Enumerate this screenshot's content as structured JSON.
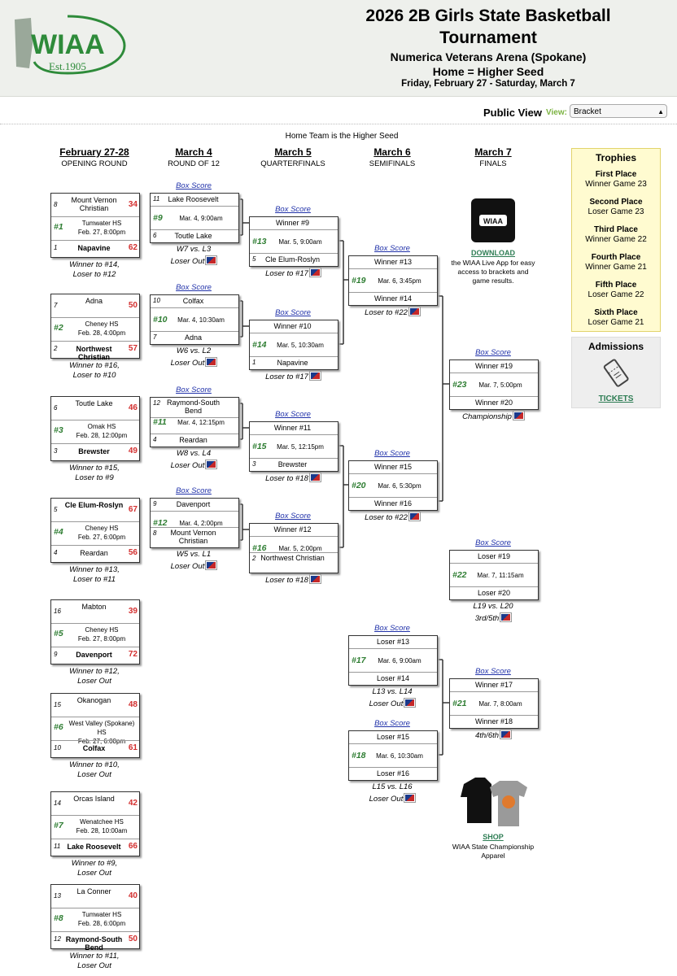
{
  "header": {
    "logo_text": "WIAA",
    "logo_est": "Est.1905",
    "title_line1": "2026 2B Girls State Basketball",
    "title_line2": "Tournament",
    "venue": "Numerica Veterans Arena (Spokane)",
    "seed_note": "Home = Higher Seed",
    "dates": "Friday, February 27 - Saturday, March 7"
  },
  "view": {
    "public_view": "Public View",
    "view_label": "View:",
    "selected": "Bracket"
  },
  "bracket_note": "Home Team is the Higher Seed",
  "rounds": [
    {
      "date": "February 27-28",
      "name": "OPENING ROUND"
    },
    {
      "date": "March 4",
      "name": "ROUND OF 12"
    },
    {
      "date": "March 5",
      "name": "QUARTERFINALS"
    },
    {
      "date": "March 6",
      "name": "SEMIFINALS"
    },
    {
      "date": "March 7",
      "name": "FINALS"
    }
  ],
  "box_score": "Box Score",
  "opening": [
    {
      "num": "#1",
      "top": {
        "seed": "8",
        "name": "Mount Vernon Christian",
        "score": "34"
      },
      "site": "Tumwater HS",
      "time": "Feb. 27, 8:00pm",
      "bot": {
        "seed": "1",
        "name": "Napavine",
        "score": "62",
        "bold": true
      },
      "note1": "Winner to #14,",
      "note2": "Loser to #12"
    },
    {
      "num": "#2",
      "top": {
        "seed": "7",
        "name": "Adna",
        "score": "50"
      },
      "site": "Cheney HS",
      "time": "Feb. 28, 4:00pm",
      "bot": {
        "seed": "2",
        "name": "Northwest Christian",
        "score": "57",
        "bold": true
      },
      "note1": "Winner to #16,",
      "note2": "Loser to #10"
    },
    {
      "num": "#3",
      "top": {
        "seed": "6",
        "name": "Toutle Lake",
        "score": "46"
      },
      "site": "Omak HS",
      "time": "Feb. 28, 12:00pm",
      "bot": {
        "seed": "3",
        "name": "Brewster",
        "score": "49",
        "bold": true
      },
      "note1": "Winner to #15,",
      "note2": "Loser to #9"
    },
    {
      "num": "#4",
      "top": {
        "seed": "5",
        "name": "Cle Elum-Roslyn",
        "score": "67",
        "bold": true
      },
      "site": "Cheney HS",
      "time": "Feb. 27, 6:00pm",
      "bot": {
        "seed": "4",
        "name": "Reardan",
        "score": "56"
      },
      "note1": "Winner to #13,",
      "note2": "Loser to #11"
    },
    {
      "num": "#5",
      "top": {
        "seed": "16",
        "name": "Mabton",
        "score": "39"
      },
      "site": "Cheney HS",
      "time": "Feb. 27, 8:00pm",
      "bot": {
        "seed": "9",
        "name": "Davenport",
        "score": "72",
        "bold": true
      },
      "note1": "Winner to #12,",
      "note2": "Loser Out"
    },
    {
      "num": "#6",
      "top": {
        "seed": "15",
        "name": "Okanogan",
        "score": "48"
      },
      "site": "West Valley (Spokane) HS",
      "time": "Feb. 27, 6:00pm",
      "bot": {
        "seed": "10",
        "name": "Colfax",
        "score": "61",
        "bold": true
      },
      "note1": "Winner to #10,",
      "note2": "Loser Out"
    },
    {
      "num": "#7",
      "top": {
        "seed": "14",
        "name": "Orcas Island",
        "score": "42"
      },
      "site": "Wenatchee HS",
      "time": "Feb. 28, 10:00am",
      "bot": {
        "seed": "11",
        "name": "Lake Roosevelt",
        "score": "66",
        "bold": true
      },
      "note1": "Winner to #9,",
      "note2": "Loser Out"
    },
    {
      "num": "#8",
      "top": {
        "seed": "13",
        "name": "La Conner",
        "score": "40"
      },
      "site": "Tumwater HS",
      "time": "Feb. 28, 6:00pm",
      "bot": {
        "seed": "12",
        "name": "Raymond-South Bend",
        "score": "50",
        "bold": true
      },
      "note1": "Winner to #11,",
      "note2": "Loser Out"
    }
  ],
  "r12": [
    {
      "num": "#9",
      "top": {
        "seed": "11",
        "name": "Lake Roosevelt"
      },
      "time": "Mar. 4, 9:00am",
      "bot": {
        "seed": "6",
        "name": "Toutle Lake"
      },
      "note1": "W7 vs. L3",
      "note2": "Loser Out"
    },
    {
      "num": "#10",
      "top": {
        "seed": "10",
        "name": "Colfax"
      },
      "time": "Mar. 4, 10:30am",
      "bot": {
        "seed": "7",
        "name": "Adna"
      },
      "note1": "W6 vs. L2",
      "note2": "Loser Out"
    },
    {
      "num": "#11",
      "top": {
        "seed": "12",
        "name": "Raymond-South Bend"
      },
      "time": "Mar. 4, 12:15pm",
      "bot": {
        "seed": "4",
        "name": "Reardan"
      },
      "note1": "W8 vs. L4",
      "note2": "Loser Out"
    },
    {
      "num": "#12",
      "top": {
        "seed": "9",
        "name": "Davenport"
      },
      "time": "Mar. 4, 2:00pm",
      "bot": {
        "seed": "8",
        "name": "Mount Vernon Christian"
      },
      "note1": "W5 vs. L1",
      "note2": "Loser Out"
    }
  ],
  "qf": [
    {
      "num": "#13",
      "top": {
        "seed": "",
        "name": "Winner #9"
      },
      "time": "Mar. 5, 9:00am",
      "bot": {
        "seed": "5",
        "name": "Cle Elum-Roslyn"
      },
      "note1": "Loser to #17"
    },
    {
      "num": "#14",
      "top": {
        "seed": "",
        "name": "Winner #10"
      },
      "time": "Mar. 5, 10:30am",
      "bot": {
        "seed": "1",
        "name": "Napavine"
      },
      "note1": "Loser to #17"
    },
    {
      "num": "#15",
      "top": {
        "seed": "",
        "name": "Winner #11"
      },
      "time": "Mar. 5, 12:15pm",
      "bot": {
        "seed": "3",
        "name": "Brewster"
      },
      "note1": "Loser to #18"
    },
    {
      "num": "#16",
      "top": {
        "seed": "",
        "name": "Winner #12"
      },
      "time": "Mar. 5, 2:00pm",
      "bot": {
        "seed": "2",
        "name": "Northwest Christian"
      },
      "note1": "Loser to #18"
    }
  ],
  "sf": [
    {
      "num": "#19",
      "top": "Winner #13",
      "time": "Mar. 6, 3:45pm",
      "bot": "Winner #14",
      "note1": "Loser to #22"
    },
    {
      "num": "#20",
      "top": "Winner #15",
      "time": "Mar. 6, 5:30pm",
      "bot": "Winner #16",
      "note1": "Loser to #22"
    },
    {
      "num": "#17",
      "top": "Loser #13",
      "time": "Mar. 6, 9:00am",
      "bot": "Loser #14",
      "note1": "L13 vs. L14",
      "note2": "Loser Out"
    },
    {
      "num": "#18",
      "top": "Loser #15",
      "time": "Mar. 6, 10:30am",
      "bot": "Loser #16",
      "note1": "L15 vs. L16",
      "note2": "Loser Out"
    }
  ],
  "finals": [
    {
      "num": "#23",
      "top": "Winner #19",
      "time": "Mar. 7, 5:00pm",
      "bot": "Winner #20",
      "note1": "Championship"
    },
    {
      "num": "#22",
      "top": "Loser #19",
      "time": "Mar. 7, 11:15am",
      "bot": "Loser #20",
      "note1": "L19 vs. L20",
      "note2": "3rd/5th"
    },
    {
      "num": "#21",
      "top": "Winner #17",
      "time": "Mar. 7, 8:00am",
      "bot": "Winner #18",
      "note1": "4th/6th"
    }
  ],
  "trophies": {
    "title": "Trophies",
    "items": [
      {
        "place": "First Place",
        "game": "Winner Game 23"
      },
      {
        "place": "Second Place",
        "game": "Loser Game 23"
      },
      {
        "place": "Third Place",
        "game": "Winner Game 22"
      },
      {
        "place": "Fourth Place",
        "game": "Winner Game 21"
      },
      {
        "place": "Fifth Place",
        "game": "Loser Game 22"
      },
      {
        "place": "Sixth Place",
        "game": "Loser Game 21"
      }
    ]
  },
  "admissions": {
    "title": "Admissions",
    "tickets": "TICKETS"
  },
  "app": {
    "download": "DOWNLOAD",
    "desc": "the WIAA Live App for easy access to brackets and game results.",
    "icon_text": "WIAA"
  },
  "shop": {
    "label": "SHOP",
    "desc": "WIAA State Championship Apparel"
  },
  "colors": {
    "score": "#d32f2f",
    "game_num": "#2e7d32",
    "link": "#2233aa",
    "trophy_bg": "#fffbd0",
    "header_bg": "#eef0ec"
  }
}
